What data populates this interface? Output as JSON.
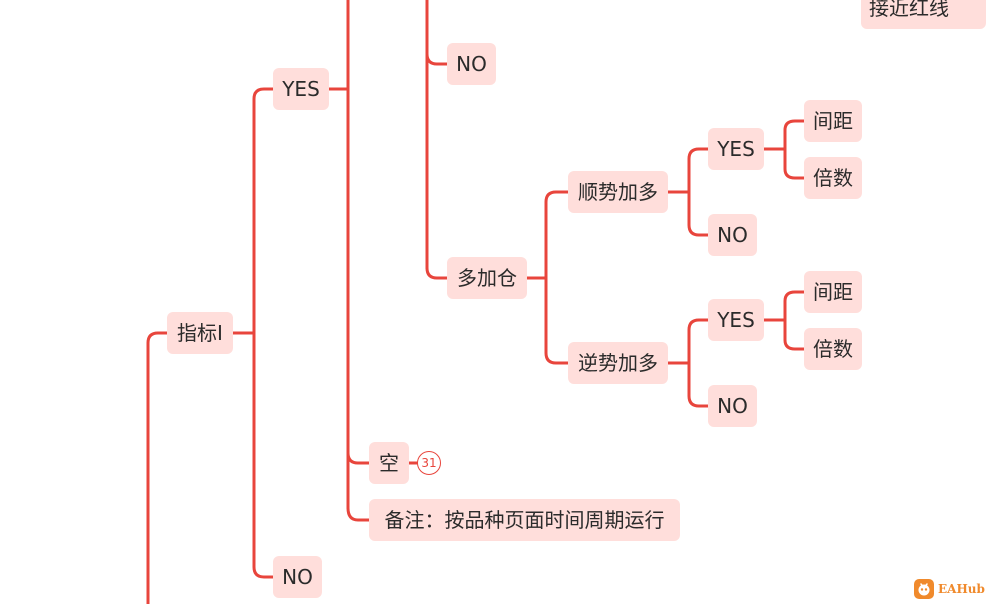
{
  "colors": {
    "branch": "#e8453c",
    "node_fill": "#ffdedb",
    "node_text": "#2b2b2b",
    "watermark": "#f08a2c"
  },
  "nodes": {
    "near_red_line": "接近红线",
    "no_top": "NO",
    "yes_main": "YES",
    "indicator": "指标I",
    "shunshi": "顺势加多",
    "yes_shunshi": "YES",
    "spacing_1": "间距",
    "multiple_1": "倍数",
    "no_shunshi": "NO",
    "add_position": "多加仓",
    "nishi": "逆势加多",
    "yes_nishi": "YES",
    "spacing_2": "间距",
    "multiple_2": "倍数",
    "no_nishi": "NO",
    "empty": "空",
    "empty_count": "31",
    "note": "备注：按品种页面时间周期运行",
    "no_bottom": "NO"
  },
  "watermark": {
    "text": "EAHub",
    "icon": "eahub-logo-icon"
  }
}
